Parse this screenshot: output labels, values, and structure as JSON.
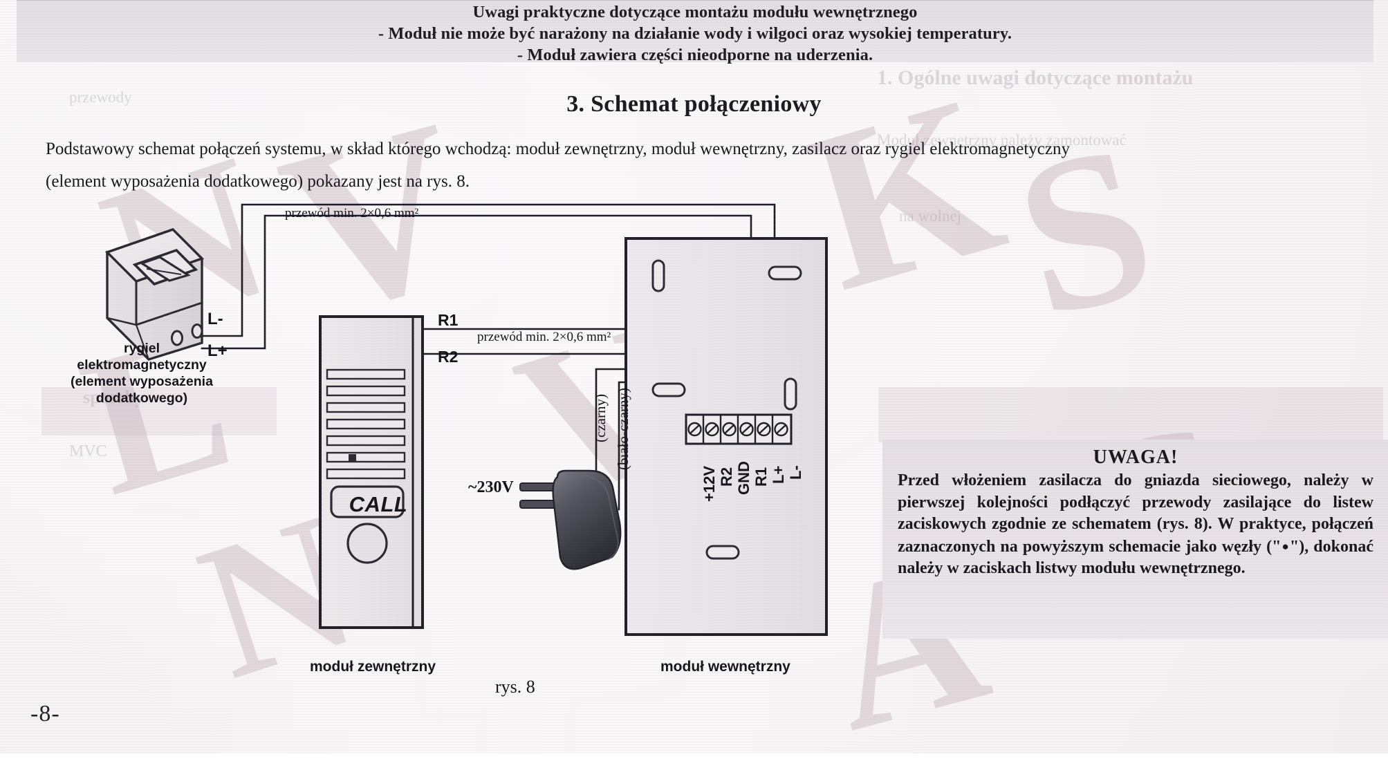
{
  "page": {
    "number": "-8-",
    "paper_color": "#f6f3f4",
    "ink_color": "#16151a",
    "banner_color": "#e6e1e4"
  },
  "banner": {
    "line1": "Uwagi praktyczne dotyczące montażu modułu wewnętrznego",
    "line2": "-  Moduł nie może być narażony na działanie wody i wilgoci oraz wysokiej temperatury.",
    "line3": "- Moduł zawiera części nieodporne na uderzenia."
  },
  "section": {
    "heading": "3. Schemat połączeniowy",
    "intro_line1": "Podstawowy schemat połączeń systemu, w skład którego wchodzą: moduł zewnętrzny, moduł wewnętrzny, zasilacz oraz rygiel elektromagnetyczny",
    "intro_line2": "(element wyposażenia dodatkowego) pokazany jest na rys. 8."
  },
  "figure": {
    "caption": "rys. 8",
    "outdoor_caption": "moduł zewnętrzny",
    "indoor_caption": "moduł wewnętrzny",
    "lock_caption_line1": "rygiel",
    "lock_caption_line2": "elektromagnetyczny",
    "lock_caption_line3": "(element wyposażenia",
    "lock_caption_line4": "dodatkowego)",
    "call_button_label": "CALL",
    "wire_label_top": "przewód min. 2×0,6 mm²",
    "wire_label_middle": "przewód min. 2×0,6 mm²",
    "lock_terminal_minus": "L-",
    "lock_terminal_plus": "L+",
    "bus_label_r1": "R1",
    "bus_label_r2": "R2",
    "mains_label": "~230V",
    "psu_wire_black": "(czarny)",
    "psu_wire_white_black": "(biało-czarny)",
    "terminals": [
      "+12V",
      "R2",
      "GND",
      "R1",
      "L+",
      "L-"
    ]
  },
  "warning": {
    "title": "UWAGA!",
    "body_part1": "Przed włożeniem zasilacza do gniazda sieciowego, należy w pierwszej kolejności podłączyć przewody zasilające do listew zaciskowych zgodnie ze schematem (rys. 8). W praktyce, połączeń zaznaczonych na powyższym schemacie jako węzły (\"",
    "body_node": "●",
    "body_part2": "\"), dokonać należy w zaciskach listwy modułu wewnętrznego."
  },
  "ghost": {
    "g1": "1. Ogólne uwagi dotyczące montażu",
    "g2": "Moduł zewnętrzny należy zamontować",
    "g3": "przewody",
    "g4": "sposoby",
    "g5": "na wolnej",
    "g6": "MVC"
  }
}
